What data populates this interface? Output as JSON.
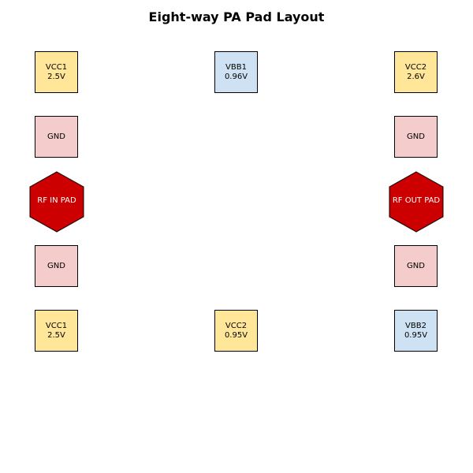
{
  "title": "Eight-way PA Pad Layout",
  "colors": {
    "vcc_fill": "#ffe699",
    "vbb_fill": "#cfe2f3",
    "gnd_fill": "#f4cccc",
    "rf_fill": "#cc0000",
    "rf_text": "#ffffff",
    "border": "#000000"
  },
  "pads": {
    "vcc1_top": {
      "name": "VCC1",
      "value": "2.5V"
    },
    "vbb1_top": {
      "name": "VBB1",
      "value": "0.96V"
    },
    "vcc2_top": {
      "name": "VCC2",
      "value": "2.6V"
    },
    "gnd_left_upper": {
      "name": "GND"
    },
    "gnd_right_upper": {
      "name": "GND"
    },
    "rf_in": {
      "name": "RF IN PAD"
    },
    "rf_out": {
      "name": "RF OUT PAD"
    },
    "gnd_left_lower": {
      "name": "GND"
    },
    "gnd_right_lower": {
      "name": "GND"
    },
    "vcc1_bottom": {
      "name": "VCC1",
      "value": "2.5V"
    },
    "vcc2_bottom": {
      "name": "VCC2",
      "value": "0.95V"
    },
    "vbb2_bottom": {
      "name": "VBB2",
      "value": "0.95V"
    }
  }
}
